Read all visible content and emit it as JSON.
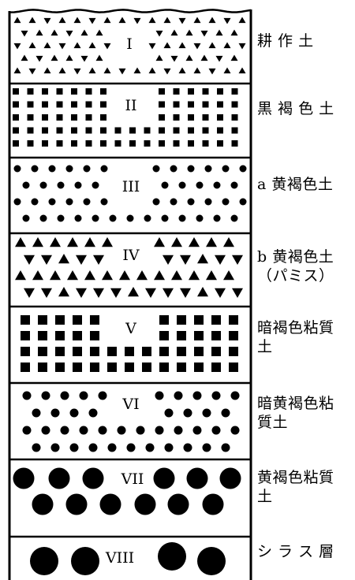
{
  "layers": [
    {
      "numeral": "I",
      "name": "耕 作 土",
      "pattern": "triangles-mixed"
    },
    {
      "numeral": "II",
      "name": "黒 褐 色 土",
      "pattern": "small-squares"
    },
    {
      "numeral": "III",
      "name": "a 黄褐色土",
      "pattern": "small-dots"
    },
    {
      "numeral": "IV",
      "name": "b 黄褐色土\n（パミス）",
      "pattern": "large-triangles"
    },
    {
      "numeral": "V",
      "name": "暗褐色粘質\n土",
      "pattern": "large-squares"
    },
    {
      "numeral": "VI",
      "name": "暗黄褐色粘\n質土",
      "pattern": "medium-dots"
    },
    {
      "numeral": "VII",
      "name": "黄褐色粘質\n土",
      "pattern": "large-circles"
    },
    {
      "numeral": "VIII",
      "name": "シ ラ ス 層",
      "pattern": "very-large-circles"
    }
  ],
  "colors": {
    "ink": "#000000",
    "paper": "#ffffff"
  }
}
